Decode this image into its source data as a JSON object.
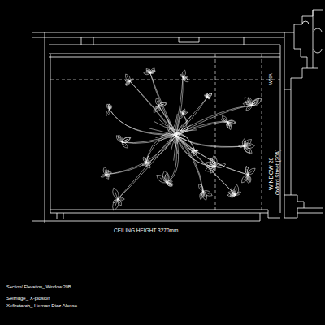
{
  "diagram": {
    "labels": [
      "W20A",
      "WINDOW 20",
      "Oxford Street (20A)",
      "CEILING HEIGHT 3270mm",
      "Section/ Elevation_ Window 20B",
      "Selfridge_ X-plosion",
      "Xefirotarch_ Hernan Diaz Alonso"
    ]
  }
}
